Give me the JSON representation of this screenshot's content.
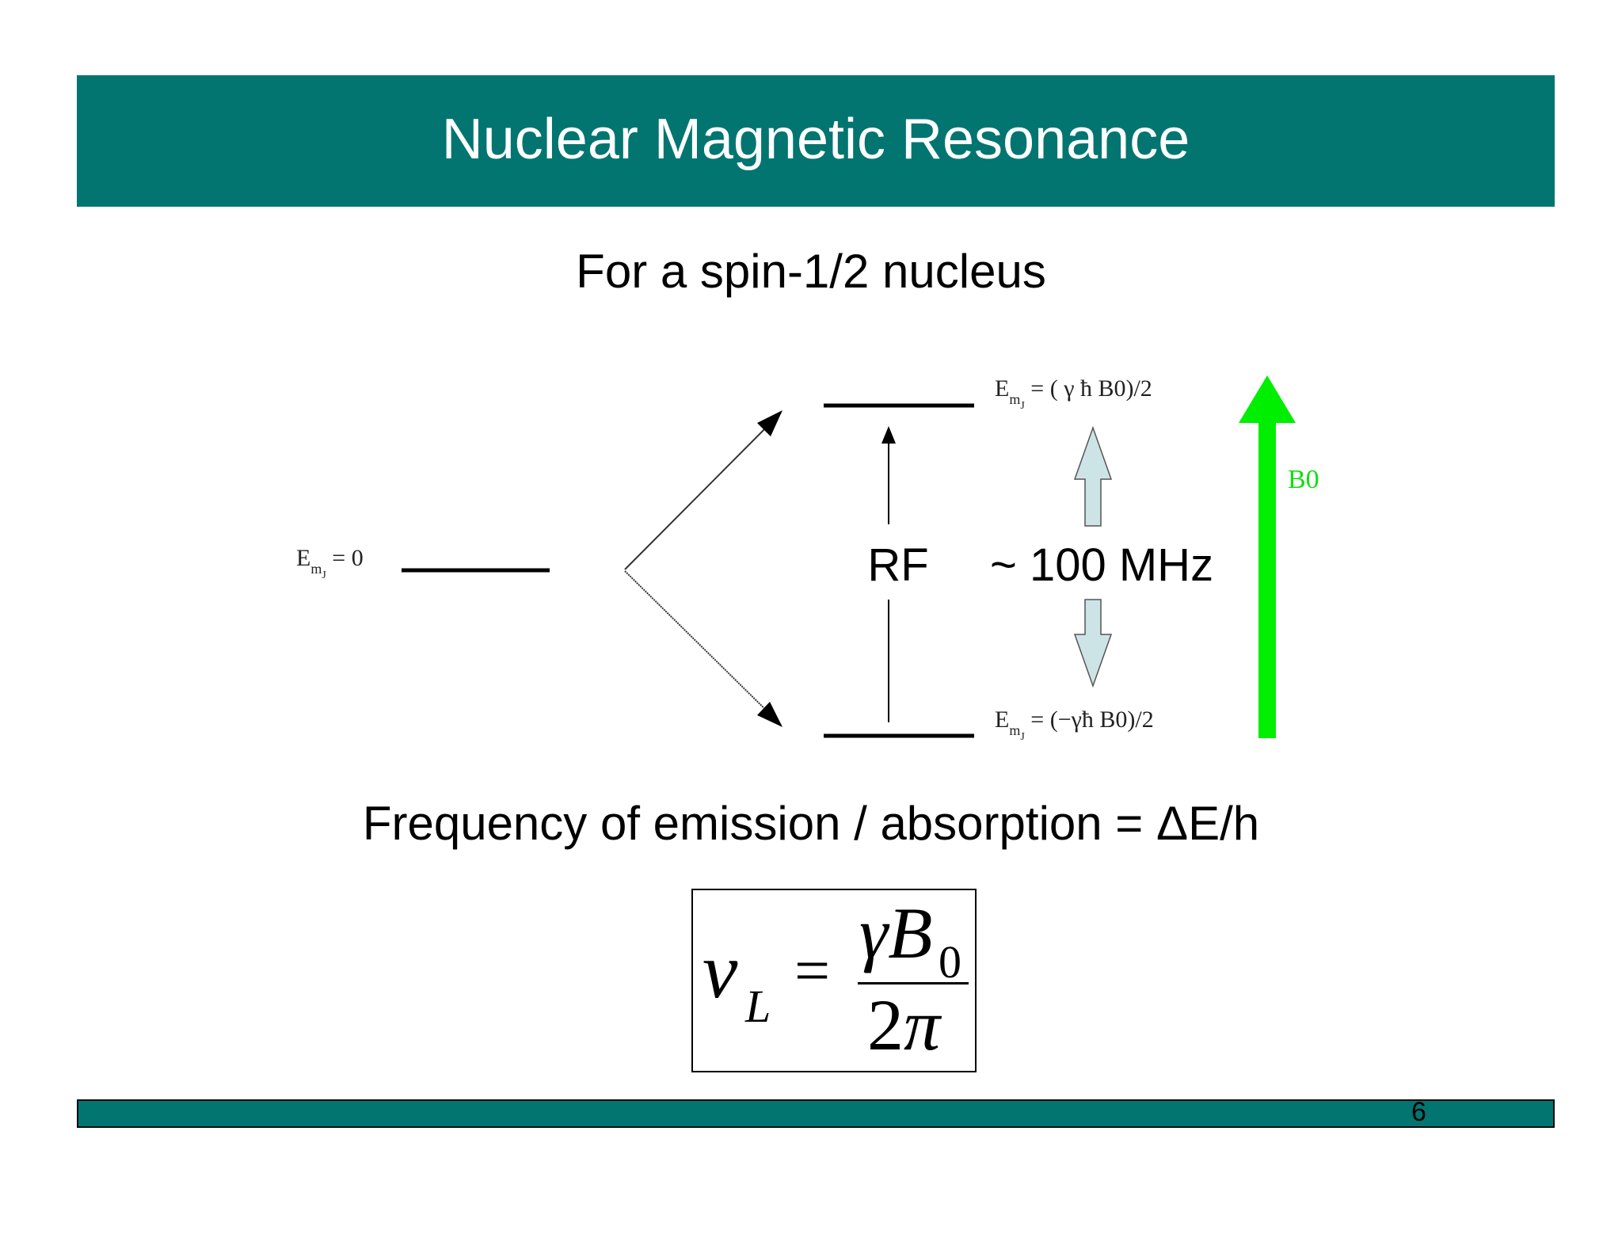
{
  "slide": {
    "title": "Nuclear Magnetic Resonance",
    "subtitle": "For a spin-1/2 nucleus",
    "frequency_statement": "Frequency of emission / absorption = ΔE/h",
    "page_number": "6"
  },
  "diagram": {
    "left_level_label": "E",
    "left_level_sub": "m",
    "left_level_subsub": "J",
    "left_level_value": " = 0",
    "upper_level_label": "E",
    "upper_level_sub": "m",
    "upper_level_subsub": "J",
    "upper_level_value": " = ( γ ħ B0)/2",
    "lower_level_label": "E",
    "lower_level_sub": "m",
    "lower_level_subsub": "J",
    "lower_level_value": " = (−γħ B0)/2",
    "rf_label": "RF",
    "energy_gap_label": "~ 100 MHz",
    "field_label": "B0",
    "colors": {
      "field_arrow": "#00ee00",
      "field_label": "#11dd11",
      "gap_arrow_fill": "#cde4e6",
      "header": "#027570"
    }
  },
  "formula": {
    "lhs_symbol": "ν",
    "lhs_subscript": "L",
    "equals": "=",
    "numerator": "γB",
    "numerator_subscript": "0",
    "denominator_digit": "2",
    "denominator_symbol": "π"
  }
}
